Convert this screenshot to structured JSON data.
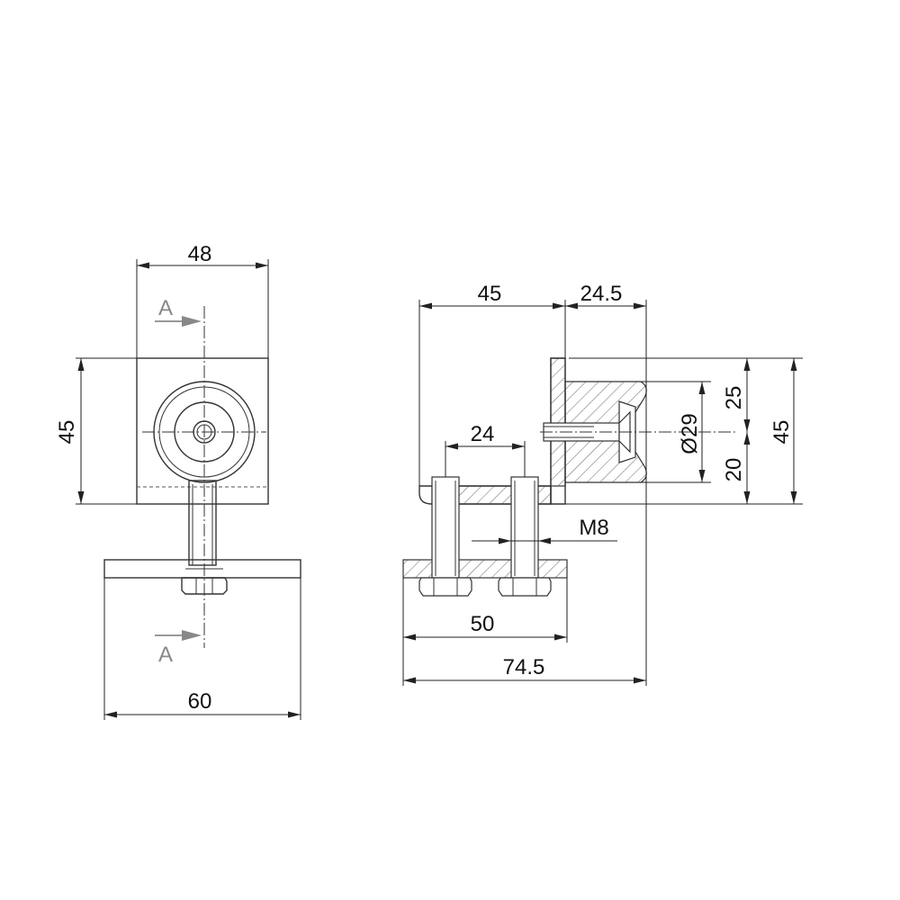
{
  "front_view": {
    "width_top": "48",
    "height": "45",
    "width_base": "60",
    "section_label_top": "A",
    "section_label_bottom": "A"
  },
  "side_view": {
    "width_left": "45",
    "width_right": "24.5",
    "bolt_spacing": "24",
    "thread": "M8",
    "base_length": "50",
    "overall_length": "74.5",
    "diameter": "Ø29",
    "upper_height": "25",
    "lower_height": "20",
    "total_height": "45"
  }
}
